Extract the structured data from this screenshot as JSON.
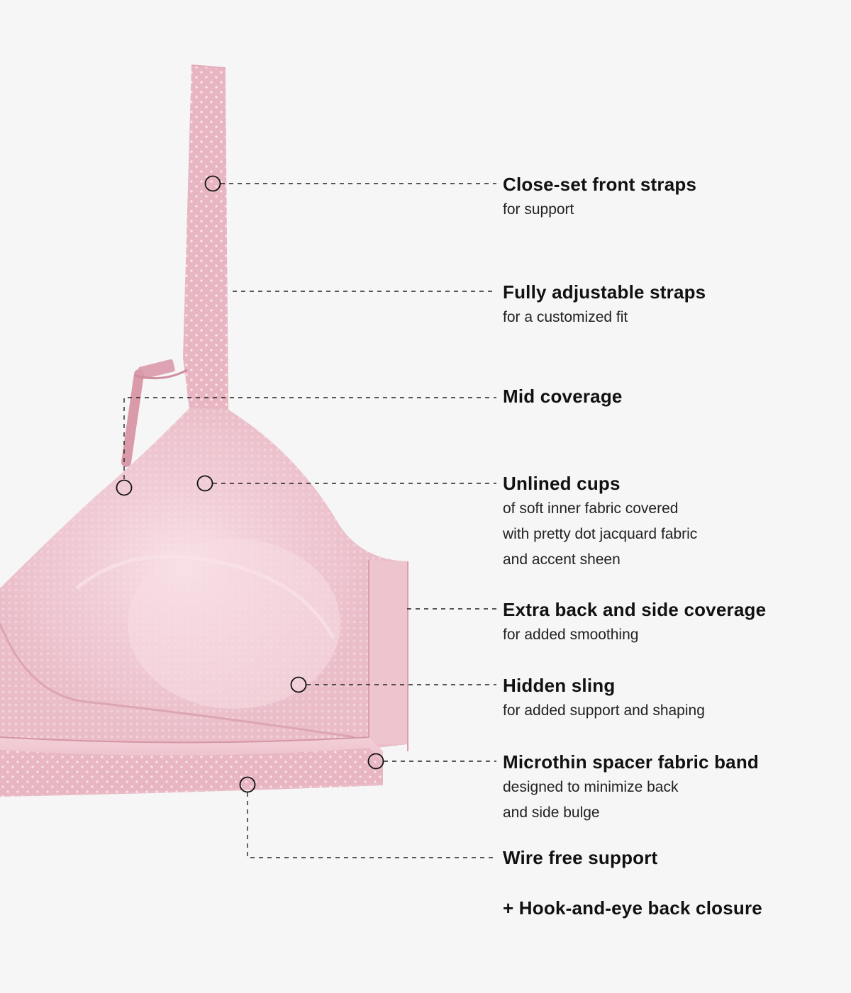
{
  "accent_color": "#e8b7c3",
  "line_color": "#222222",
  "background": "#f6f6f6",
  "product_image": "pink wire-free bra with dot jacquard fabric",
  "features": [
    {
      "title": "Close-set front straps",
      "desc": [
        "for support"
      ]
    },
    {
      "title": "Fully adjustable straps",
      "desc": [
        "for a customized fit"
      ]
    },
    {
      "title": "Mid coverage",
      "desc": []
    },
    {
      "title": "Unlined cups",
      "desc": [
        "of soft inner fabric covered",
        "with pretty dot jacquard fabric",
        "and accent sheen"
      ]
    },
    {
      "title": "Extra back and side coverage",
      "desc": [
        "for added smoothing"
      ]
    },
    {
      "title": "Hidden sling",
      "desc": [
        "for added support and shaping"
      ]
    },
    {
      "title": "Microthin spacer fabric band",
      "desc": [
        "designed to minimize back",
        "and side bulge"
      ]
    },
    {
      "title": "Wire free support",
      "desc": []
    },
    {
      "title": "+ Hook-and-eye back closure",
      "desc": []
    }
  ]
}
